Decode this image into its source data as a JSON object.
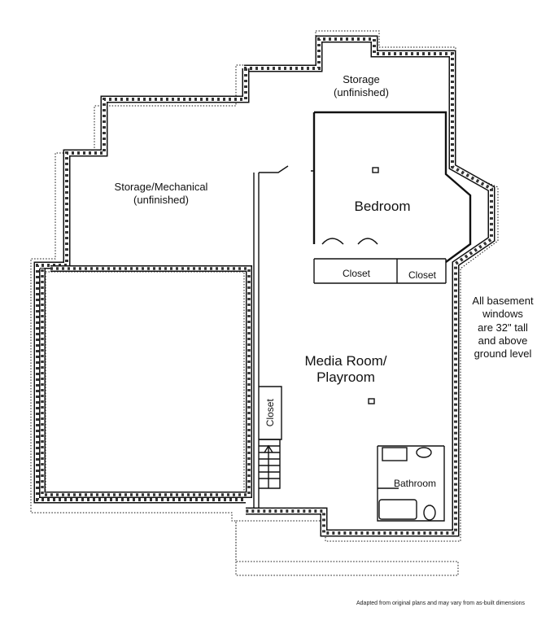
{
  "rooms": {
    "storage_top": {
      "name": "Storage",
      "note": "(unfinished)"
    },
    "storage_mech": {
      "name": "Storage/Mechanical",
      "note": "(unfinished)"
    },
    "bedroom": {
      "name": "Bedroom"
    },
    "closet_1": {
      "name": "Closet"
    },
    "closet_2": {
      "name": "Closet"
    },
    "media": {
      "line1": "Media Room/",
      "line2": "Playroom"
    },
    "stair_closet": {
      "name": "Closet"
    },
    "bathroom": {
      "name": "Bathroom"
    }
  },
  "windows_note": [
    "All basement",
    "windows",
    "are 32\" tall",
    "and above",
    "ground level"
  ],
  "footer": "Adapted from original plans and may vary from as-built dimensions",
  "colors": {
    "wall": "#111111",
    "hatch": "#333333",
    "paper": "#ffffff"
  }
}
